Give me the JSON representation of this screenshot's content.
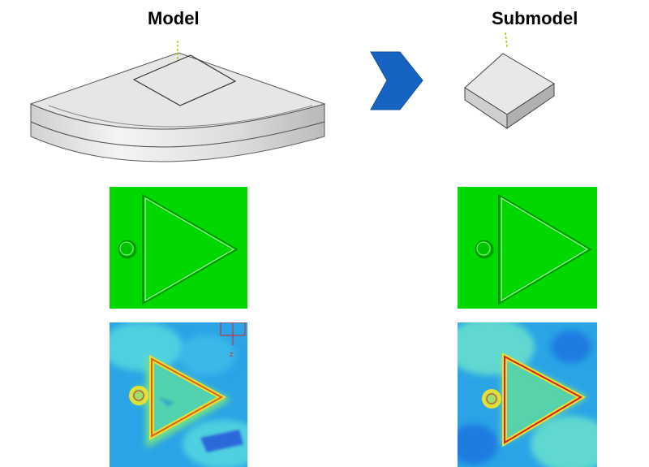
{
  "titles": {
    "model": "Model",
    "submodel": "Submodel"
  },
  "axis_label": "z",
  "colors": {
    "arrow": "#1763c2",
    "geometry_fill": "#e6e6e6",
    "green_plot": "#00d800",
    "contour_low": "#1e4fd8",
    "contour_mid": "#2ec8d6",
    "contour_high": "#f0e030",
    "contour_peak": "#d82020"
  },
  "icons": [
    "flow-arrow-icon",
    "axis-triad-icon"
  ]
}
